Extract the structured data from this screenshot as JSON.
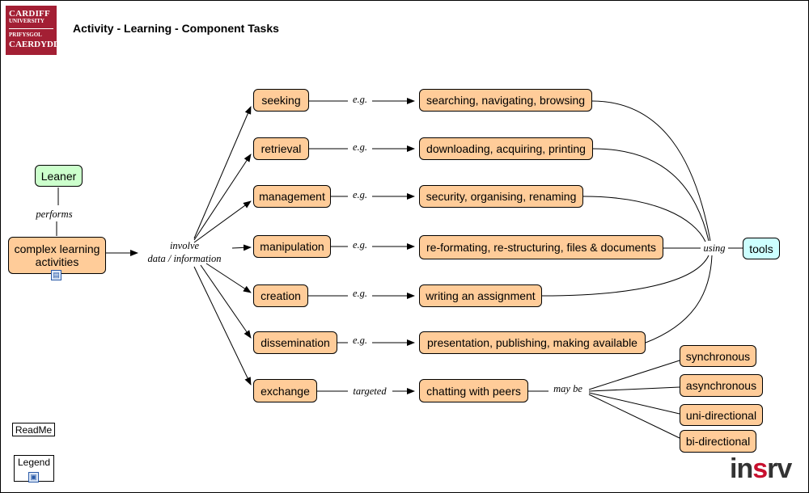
{
  "title": "Activity - Learning - Component Tasks",
  "logo": {
    "line1": "CARDIFF",
    "line2": "UNIVERSITY",
    "line3": "PRIFYSGOL",
    "line4": "CAERDYDD"
  },
  "brand": {
    "prefix": "in",
    "accent": "s",
    "suffix": "rv"
  },
  "nodes": {
    "leaner": "Leaner",
    "complex": "complex learning activities",
    "tools": "tools",
    "seeking": "seeking",
    "retrieval": "retrieval",
    "management": "management",
    "manipulation": "manipulation",
    "creation": "creation",
    "dissemination": "dissemination",
    "exchange": "exchange",
    "ex_seeking": "searching, navigating, browsing",
    "ex_retrieval": "downloading, acquiring, printing",
    "ex_management": "security, organising, renaming",
    "ex_manipulation": "re-formating, re-structuring, files & documents",
    "ex_creation": "writing an assignment",
    "ex_dissemination": "presentation, publishing, making available",
    "ex_exchange": "chatting with peers",
    "synchronous": "synchronous",
    "asynchronous": "asynchronous",
    "uni": "uni-directional",
    "bi": "bi-directional"
  },
  "labels": {
    "performs": "performs",
    "involve": "involve",
    "data_information": "data / information",
    "eg": "e.g.",
    "targeted": "targeted",
    "may_be": "may be",
    "using": "using"
  },
  "buttons": {
    "readme": "ReadMe",
    "legend": "Legend"
  },
  "colors": {
    "task": "#FFCC99",
    "learner": "#CCFFCC",
    "tools": "#CCFFFF",
    "brand": "#A31F34"
  }
}
